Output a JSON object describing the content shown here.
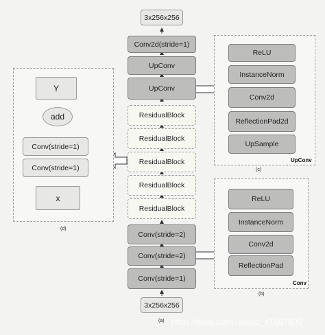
{
  "main_column": {
    "top_output": "3x256x256",
    "decoder": [
      "Conv2d(stride=1)",
      "UpConv",
      "UpConv"
    ],
    "residual_blocks": [
      "ResidualBlock",
      "ResidualBlock",
      "ResidualBlock",
      "ResidualBlock",
      "ResidualBlock"
    ],
    "encoder": [
      "Conv(stride=2)",
      "Conv(stride=2)",
      "Conv(stride=1)"
    ],
    "bottom_input": "3x256x256",
    "caption": "(a)"
  },
  "upconv_panel": {
    "layers": [
      "ReLU",
      "InstanceNorm",
      "Conv2d",
      "ReflectionPad2d",
      "UpSample"
    ],
    "title": "UpConv",
    "caption": "(c)"
  },
  "conv_panel": {
    "layers": [
      "ReLU",
      "InstanceNorm",
      "Conv2d",
      "ReflectionPad"
    ],
    "title": "Conv",
    "caption": "(b)"
  },
  "residual_panel": {
    "output": "Y",
    "add": "add",
    "convs": [
      "Conv(stride=1)",
      "Conv(stride=1)"
    ],
    "input": "x",
    "caption": "(d)"
  },
  "watermark": "https://blog.csdn.net/qq_41897800"
}
